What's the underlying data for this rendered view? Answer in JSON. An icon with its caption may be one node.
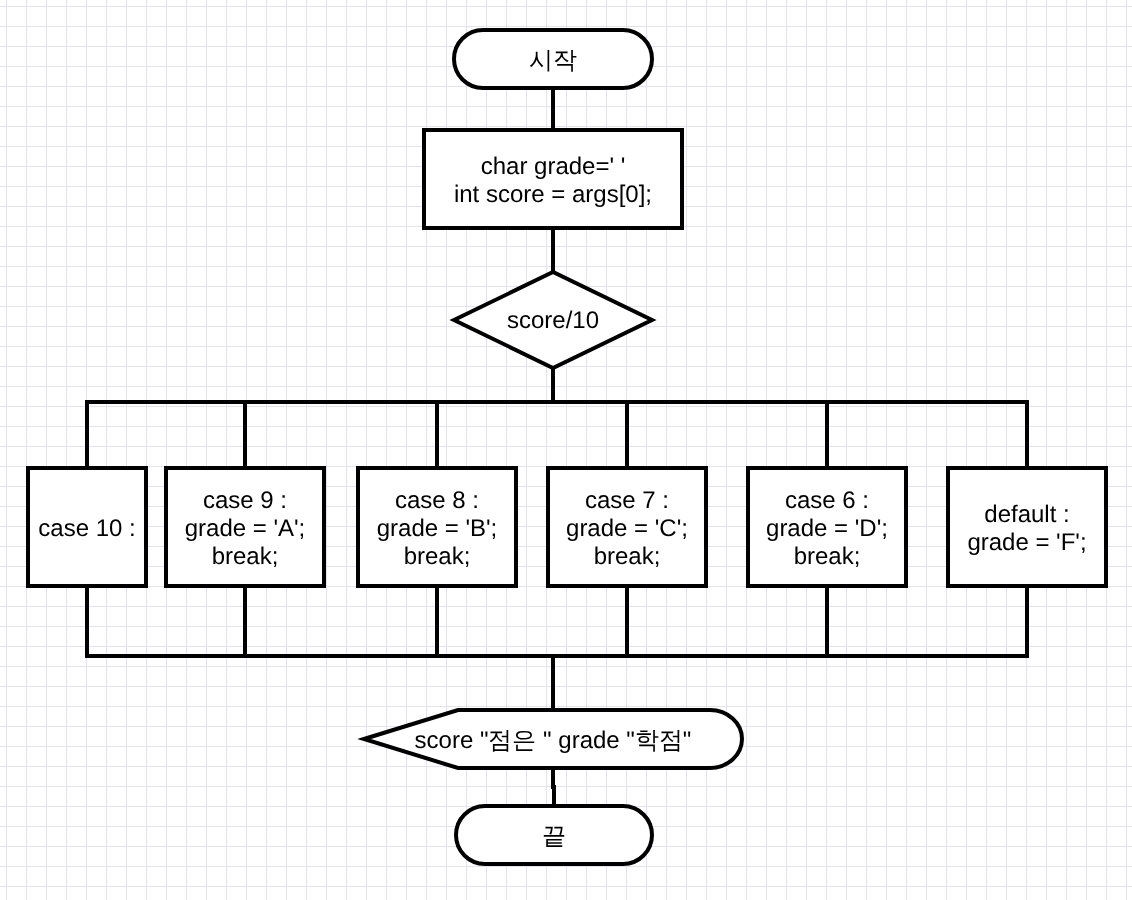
{
  "diagram": {
    "nodes": [
      {
        "text": [
          "시작"
        ]
      },
      {
        "text": [
          "char grade=' ' int score = args[0];"
        ]
      },
      {
        "text": [
          "score/10"
        ]
      },
      {
        "text": [
          "case 10 :"
        ]
      },
      {
        "text": [
          "case 9 : grade = 'A'; break;"
        ]
      },
      {
        "text": [
          "case 8 : grade = 'B'; break;"
        ]
      },
      {
        "text": [
          "case 7 : grade = 'C'; break;"
        ]
      },
      {
        "text": [
          "case 6 : grade = 'D'; break;"
        ]
      },
      {
        "text": [
          "default : grade = 'F';"
        ]
      },
      {
        "text": [
          "score \"점은 \" grade \"학점\""
        ]
      },
      {
        "text": [
          "끝"
        ]
      }
    ],
    "edges": [
      {
        "from": 0,
        "to": 1,
        "arrow": "none"
      },
      {
        "from": 1,
        "to": 2,
        "arrow": "none"
      },
      {
        "from": 2,
        "to": 3,
        "arrow": "none"
      },
      {
        "from": 2,
        "to": 4,
        "arrow": "none"
      },
      {
        "from": 2,
        "to": 5,
        "arrow": "none"
      },
      {
        "from": 2,
        "to": 6,
        "arrow": "none"
      },
      {
        "from": 2,
        "to": 7,
        "arrow": "none"
      },
      {
        "from": 2,
        "to": 8,
        "arrow": "none"
      },
      {
        "from": 3,
        "to": 9,
        "arrow": "none"
      },
      {
        "from": 4,
        "to": 9,
        "arrow": "none"
      },
      {
        "from": 5,
        "to": 9,
        "arrow": "none"
      },
      {
        "from": 6,
        "to": 9,
        "arrow": "none"
      },
      {
        "from": 7,
        "to": 9,
        "arrow": "none"
      },
      {
        "from": 8,
        "to": 9,
        "arrow": "none"
      },
      {
        "from": 9,
        "to": 10,
        "arrow": "none"
      }
    ]
  }
}
